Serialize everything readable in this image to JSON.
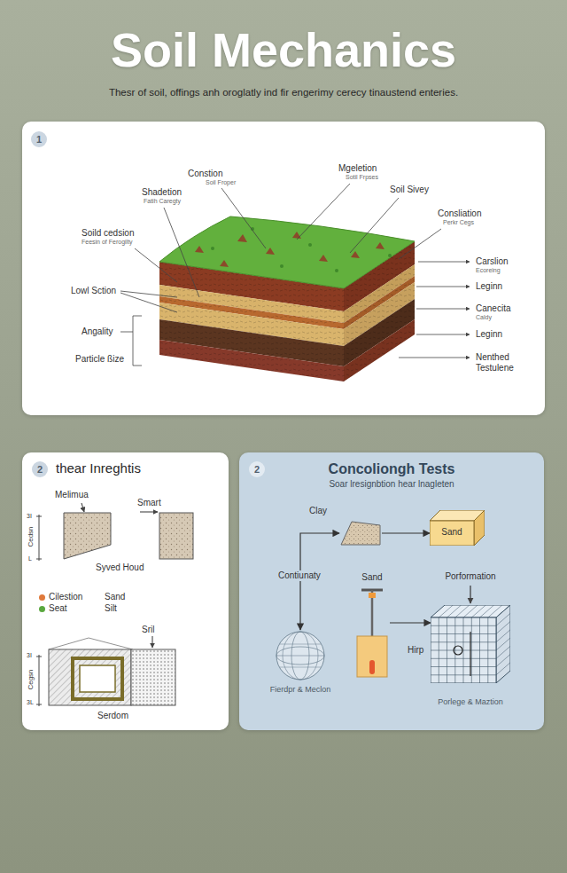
{
  "diagram": {
    "title": "Soil Mechanics",
    "nodes": [
      {
        "text": [
          "1"
        ]
      },
      {
        "text": [
          "2",
          "thear Inreghtis"
        ]
      },
      {
        "text": [
          "2",
          "Concoliongh Tests",
          "Soar lresignbtion hear lnagleten"
        ]
      },
      {
        "text": [
          "Clay"
        ],
        "in": 2
      },
      {
        "text": [
          "Sand"
        ],
        "in": 2
      },
      {
        "text": [
          "Sand"
        ],
        "in": 2
      },
      {
        "text": [
          "Fierdpr & Meclon"
        ],
        "in": 2
      },
      {
        "text": [
          "Porformation",
          "Hirp",
          "Porlege & Maztion"
        ],
        "in": 2
      }
    ],
    "edges": [
      {
        "from": 6,
        "to": 3,
        "arrow": "both"
      },
      {
        "from": 3,
        "to": 4,
        "arrow": "to"
      },
      {
        "from": 5,
        "to": 7,
        "arrow": "to"
      }
    ],
    "labels": [
      "Thesr of soil, offings anh oroglatly ind fir engerimy cerecy tinaustend enteries.",
      "Constion",
      "Soil Froper",
      "Mgeletion",
      "Sotil Frpses",
      "Shadetion",
      "Fatih Caregty",
      "Soil Sivey",
      "Consliation",
      "Perkr Cegs",
      "Soild cedsion",
      "Feesin of Ferogilty",
      "Carslion",
      "Ecoreing",
      "Lowl Sction",
      "Leginn",
      "Canecita",
      "Caldy",
      "Angality",
      "Leginn",
      "Particle ßize",
      "Nenthed",
      "Testulene",
      "Melimua",
      "Smart",
      "3I",
      "Cedsn",
      "L",
      "Syved Houd",
      "Sand",
      "Silt",
      "Sril",
      "3I",
      "Cegsn",
      "3L",
      "Serdom",
      "Contiunaty"
    ],
    "legend": [
      {
        "text": "Cilestion",
        "color": "#e0793a"
      },
      {
        "text": "Seat",
        "color": "#5aa83e"
      }
    ]
  }
}
